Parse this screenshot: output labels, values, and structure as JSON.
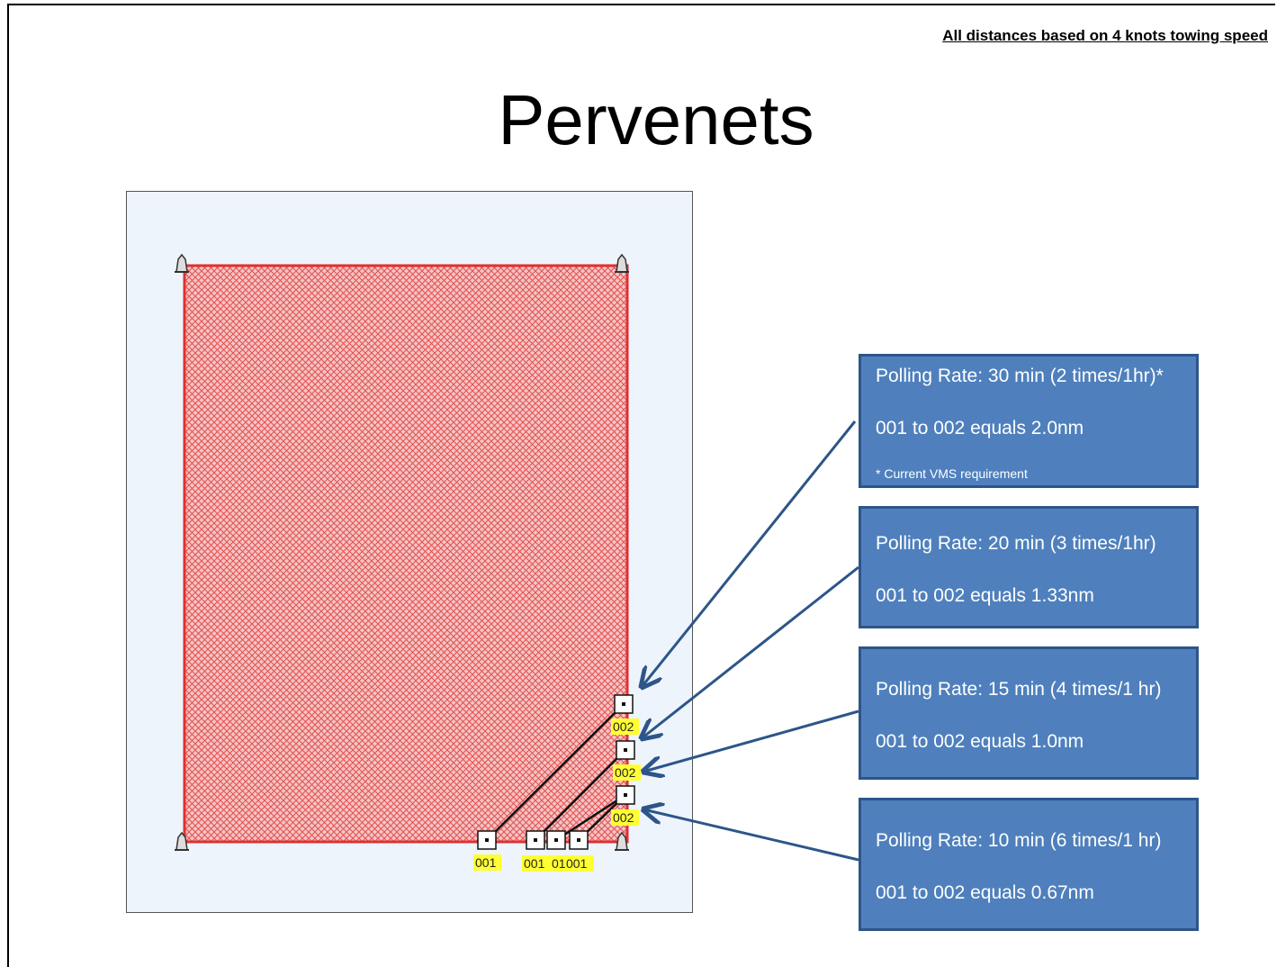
{
  "note": "All distances based on 4 knots towing speed",
  "title": "Pervenets",
  "colors": {
    "area_fill": "#f0a8a8",
    "area_border": "#e03030",
    "label_highlight": "#ffff33",
    "box_fill": "#4f80bd",
    "arrow": "#2d5589"
  },
  "boxes": [
    {
      "rate": "Polling Rate: 30 min (2 times/1hr)*",
      "distance": "001 to 002 equals 2.0nm",
      "footnote": "* Current VMS requirement"
    },
    {
      "rate": "Polling Rate: 20 min (3 times/1hr)",
      "distance": "001 to 002 equals 1.33nm"
    },
    {
      "rate": "Polling Rate: 15 min (4 times/1 hr)",
      "distance": "001 to 002 equals 1.0nm"
    },
    {
      "rate": "Polling Rate: 10 min (6 times/1 hr)",
      "distance": "001 to 002 equals 0.67nm"
    }
  ],
  "points": {
    "start": [
      "001",
      "001",
      "01",
      "001"
    ],
    "end": [
      "002",
      "002",
      "002"
    ]
  }
}
